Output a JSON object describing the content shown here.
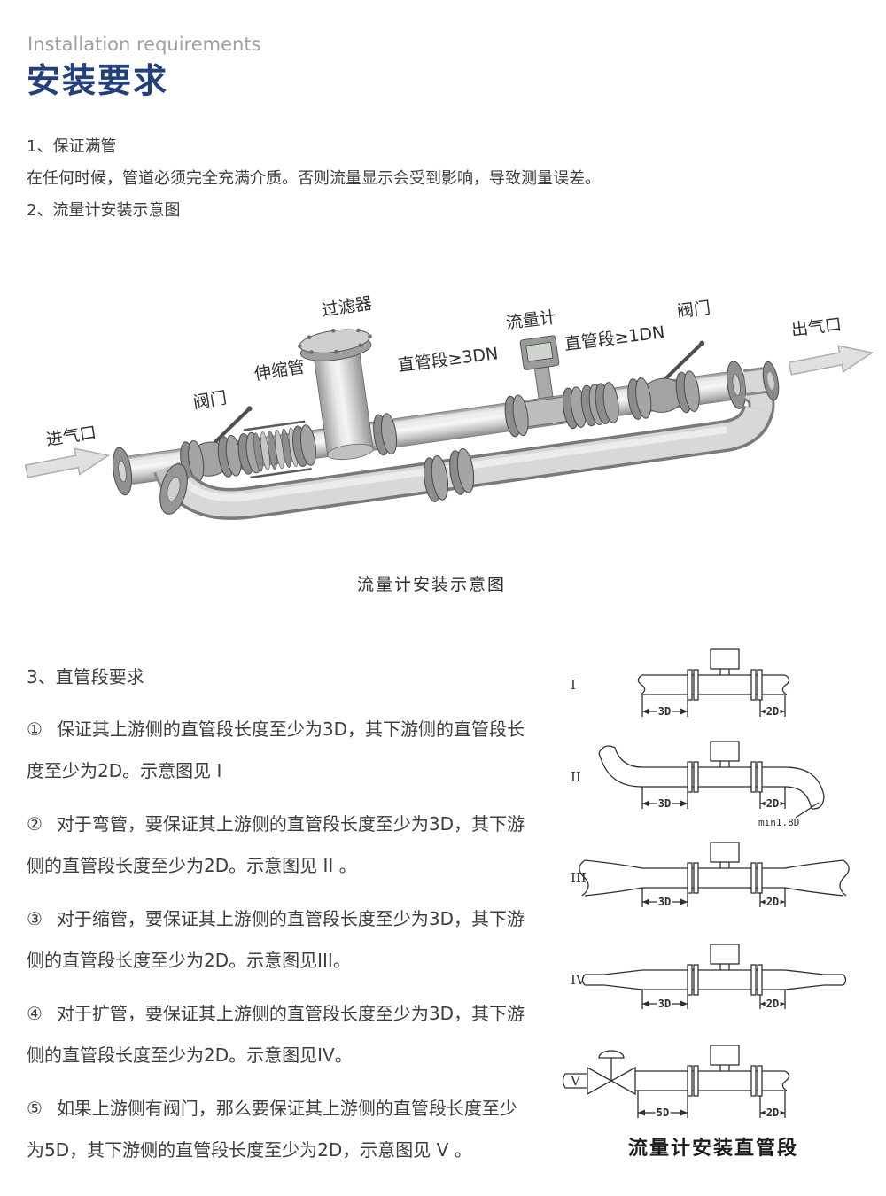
{
  "header": {
    "eyebrow": "Installation requirements",
    "title": "安装要求"
  },
  "intro": {
    "item1_heading": "1、保证满管",
    "item1_body": "在任何时候，管道必须完全充满介质。否则流量显示会受到影响，导致测量误差。",
    "item2_heading": "2、流量计安装示意图"
  },
  "illustration": {
    "caption": "流量计安装示意图",
    "labels": {
      "inlet": "进气口",
      "valve_left": "阀门",
      "expansion": "伸缩管",
      "filter": "过滤器",
      "straight_upstream": "直管段≥3DN",
      "flowmeter": "流量计",
      "straight_downstream": "直管段≥1DN",
      "valve_right": "阀门",
      "outlet": "出气口"
    }
  },
  "requirements": {
    "heading": "3、直管段要求",
    "items": [
      {
        "num": "①",
        "text": "保证其上游侧的直管段长度至少为3D，其下游侧的直管段长度至少为2D。示意图见 I"
      },
      {
        "num": "②",
        "text": "对于弯管，要保证其上游侧的直管段长度至少为3D，其下游侧的直管段长度至少为2D。示意图见 II 。"
      },
      {
        "num": "③",
        "text": "对于缩管，要保证其上游侧的直管段长度至少为3D，其下游侧的直管段长度至少为2D。示意图见III。"
      },
      {
        "num": "④",
        "text": "对于扩管，要保证其上游侧的直管段长度至少为3D，其下游侧的直管段长度至少为2D。示意图见IV。"
      },
      {
        "num": "⑤",
        "text": "如果上游侧有阀门，那么要保证其上游侧的直管段长度至少为5D，其下游侧的直管段长度至少为2D，示意图见 V 。"
      }
    ]
  },
  "diagrams": {
    "caption": "流量计安装直管段",
    "items": [
      {
        "label": "I",
        "upstream": "3D",
        "downstream": "2D"
      },
      {
        "label": "II",
        "upstream": "3D",
        "downstream": "2D",
        "note": "min1.8D"
      },
      {
        "label": "III",
        "upstream": "3D",
        "downstream": "2D"
      },
      {
        "label": "IV",
        "upstream": "3D",
        "downstream": "2D"
      },
      {
        "label": "V",
        "upstream": "5D",
        "downstream": "2D"
      }
    ]
  },
  "colors": {
    "title_navy": "#24407b",
    "eyebrow_gray": "#9ba1a6",
    "body_text": "#3d3d3d",
    "line_art": "#2f2f2f"
  }
}
